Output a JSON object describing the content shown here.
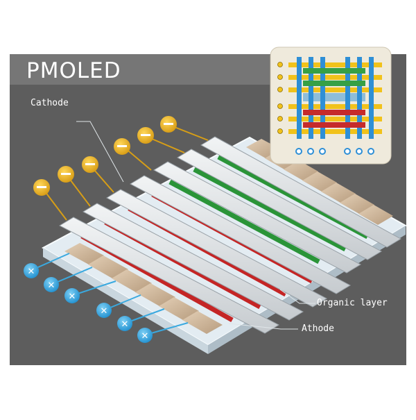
{
  "title": "PMOLED",
  "labels": {
    "cathode": "Cathode",
    "organic_layer": "Organic layer",
    "athode": "Athode"
  },
  "colors": {
    "background": "#5f5f5f",
    "title_band": "#757575",
    "substrate": "#e6eef3",
    "cathode_strip": "#d9dde0",
    "red_emitter": "#cf2b2b",
    "green_emitter": "#2f9a3e",
    "anode_pad": "#d3b89a",
    "terminal_minus": "#e7b322",
    "terminal_plus": "#3aa9df",
    "inset_bg": "#efeadc"
  },
  "icons": {
    "minus_terminal": "minus-terminal-icon",
    "plus_terminal": "plus-terminal-icon"
  }
}
